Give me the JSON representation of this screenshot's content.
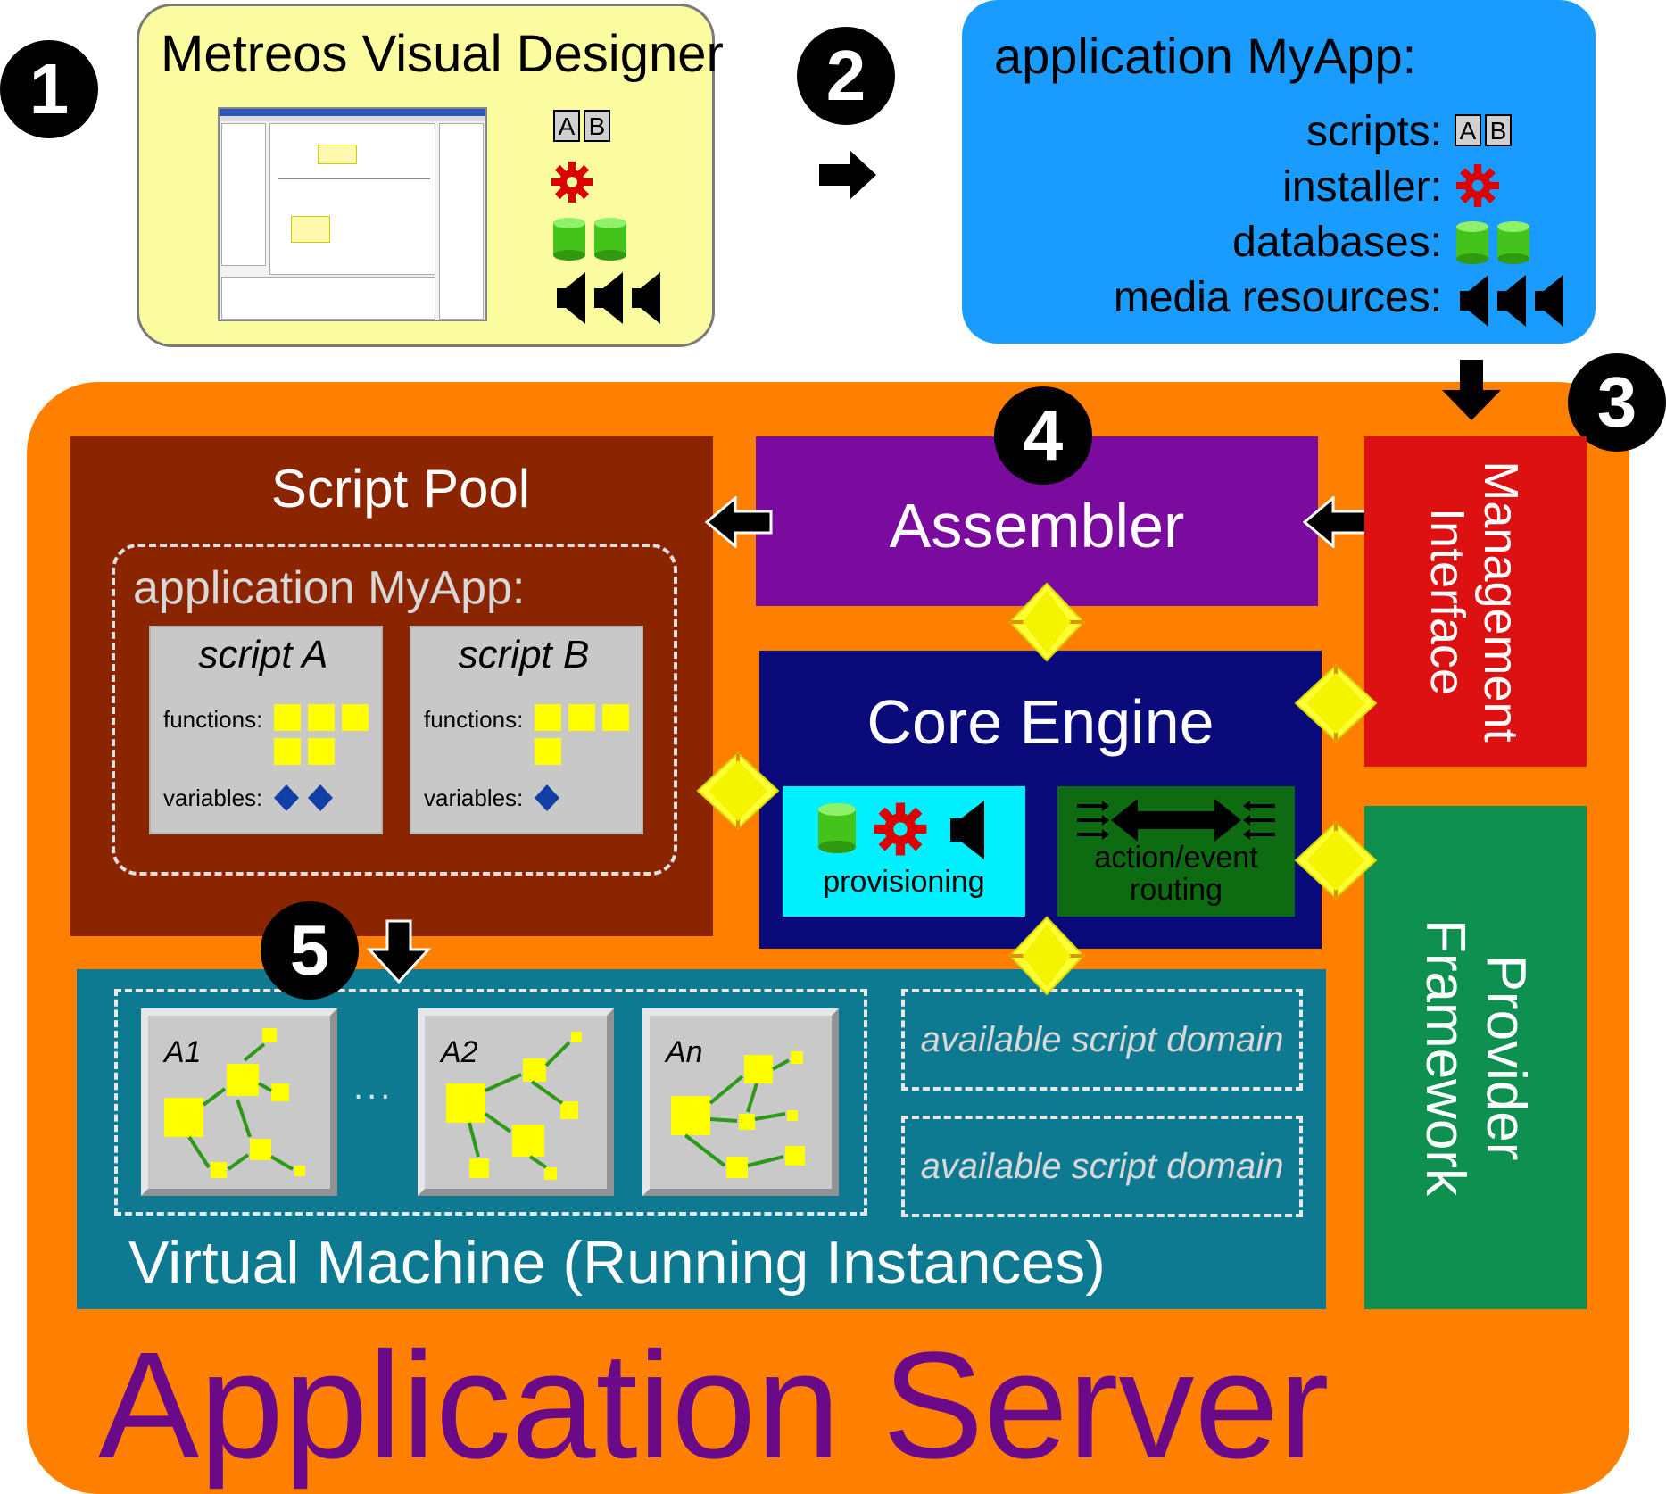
{
  "markers": {
    "one": "1",
    "two": "2",
    "three": "3",
    "four": "4",
    "five": "5"
  },
  "designer": {
    "title": "Metreos Visual Designer"
  },
  "app_package": {
    "title": "application MyApp:",
    "scripts_label": "scripts:",
    "installer_label": "installer:",
    "databases_label": "databases:",
    "media_label": "media resources:",
    "script_letters": [
      "A",
      "B"
    ]
  },
  "server": {
    "title": "Application Server"
  },
  "script_pool": {
    "title": "Script Pool",
    "app_label": "application MyApp:",
    "scripts": [
      {
        "name": "script A",
        "functions_label": "functions:",
        "variables_label": "variables:",
        "function_count": 5,
        "variable_count": 2
      },
      {
        "name": "script B",
        "functions_label": "functions:",
        "variables_label": "variables:",
        "function_count": 4,
        "variable_count": 1
      }
    ]
  },
  "assembler": {
    "title": "Assembler"
  },
  "management": {
    "title": "Management Interface"
  },
  "core_engine": {
    "title": "Core Engine",
    "provisioning": "provisioning",
    "routing": "action/event routing"
  },
  "provider": {
    "title": "Provider Framework"
  },
  "vm": {
    "title": "Virtual Machine (Running Instances)",
    "instances": [
      "A1",
      "A2",
      "An"
    ],
    "ellipsis": "...",
    "domains": [
      "available script domain",
      "available script domain"
    ]
  },
  "colors": {
    "server": "#ff8000",
    "script_pool": "#8b2500",
    "assembler": "#7b0a9e",
    "management": "#dd1111",
    "core_engine": "#0a0a7a",
    "provider": "#0e9150",
    "vm": "#0e7a92",
    "designer_bg": "#fbfba0",
    "app_bg": "#1a9cff",
    "provisioning": "#00f0ff",
    "routing": "#0d6b12",
    "server_title": "#6a0a88"
  }
}
